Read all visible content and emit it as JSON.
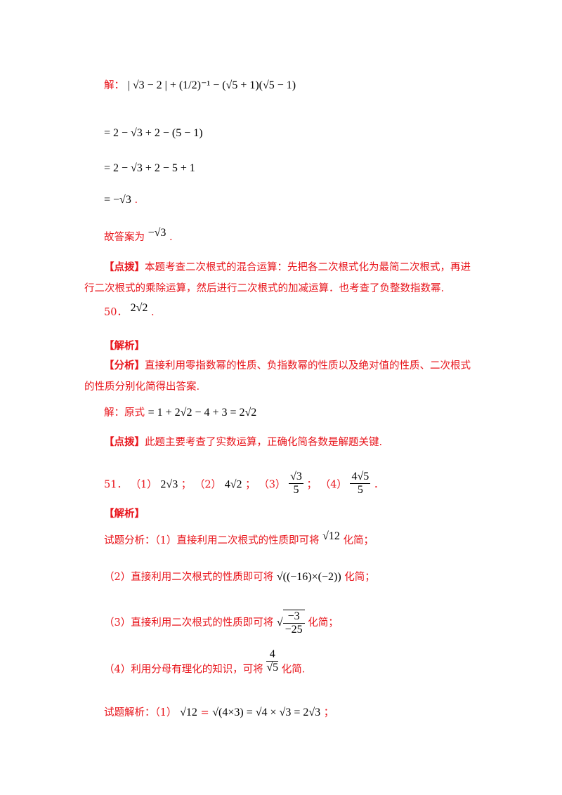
{
  "sol49": {
    "jie": "解：",
    "expr": "| √3 − 2 | + (1/2)⁻¹ − (√5 + 1)(√5 − 1)",
    "step1": "= 2 − √3 + 2 − (5 − 1)",
    "step2": "= 2 − √3 + 2 − 5 + 1",
    "step3": "= −√3",
    "dot": ".",
    "answer_label": "故答案为",
    "answer_value": "−√3",
    "dianbo_tag": "【点拨】",
    "dianbo_text": "本题考查二次根式的混合运算：先把各二次根式化为最简二次根式，再进行二次根式的乘除运算，然后进行二次根式的加减运算．也考查了负整数指数幂."
  },
  "q50": {
    "number": "50．",
    "answer": "2√2",
    "dot": ".",
    "jiexi": "【解析】",
    "fenxi_tag": "【分析】",
    "fenxi_text": "直接利用零指数幂的性质、负指数幂的性质以及绝对值的性质、二次根式的性质分别化简得出答案.",
    "jie_label": "解：原式",
    "jie_expr": "= 1 + 2√2 − 4 + 3 = 2√2",
    "dianbo_tag": "【点拨】",
    "dianbo_text": "此题主要考查了实数运算，正确化简各数是解题关键."
  },
  "q51": {
    "number": "51．",
    "p1": "（1）",
    "a1": "2√3",
    "sep1": "；",
    "p2": "（2）",
    "a2": "4√2",
    "sep2": "；",
    "p3": "（3）",
    "a3_num": "√3",
    "a3_den": "5",
    "sep3": "；",
    "p4": "（4）",
    "a4_num": "4√5",
    "a4_den": "5",
    "end": "．",
    "jiexi": "【解析】",
    "fx1_a": "试题分析：（1）直接利用二次根式的性质即可将",
    "fx1_expr": "√12",
    "fx1_b": "化简；",
    "fx2_a": "（2）直接利用二次根式的性质即可将",
    "fx2_expr": "√((−16)×(−2))",
    "fx2_b": "化简；",
    "fx3_a": "（3）直接利用二次根式的性质即可将",
    "fx3_num": "−3",
    "fx3_den": "−25",
    "fx3_b": "化简；",
    "fx4_a": "（4）利用分母有理化的知识，可将",
    "fx4_num": "4",
    "fx4_den": "√5",
    "fx4_b": "化简.",
    "jx_a": "试题解析：（1）",
    "jx_expr1": "√12",
    "jx_eq": "=",
    "jx_expr2": "√(4×3) = √4 × √3 = 2√3",
    "jx_end": "；"
  }
}
